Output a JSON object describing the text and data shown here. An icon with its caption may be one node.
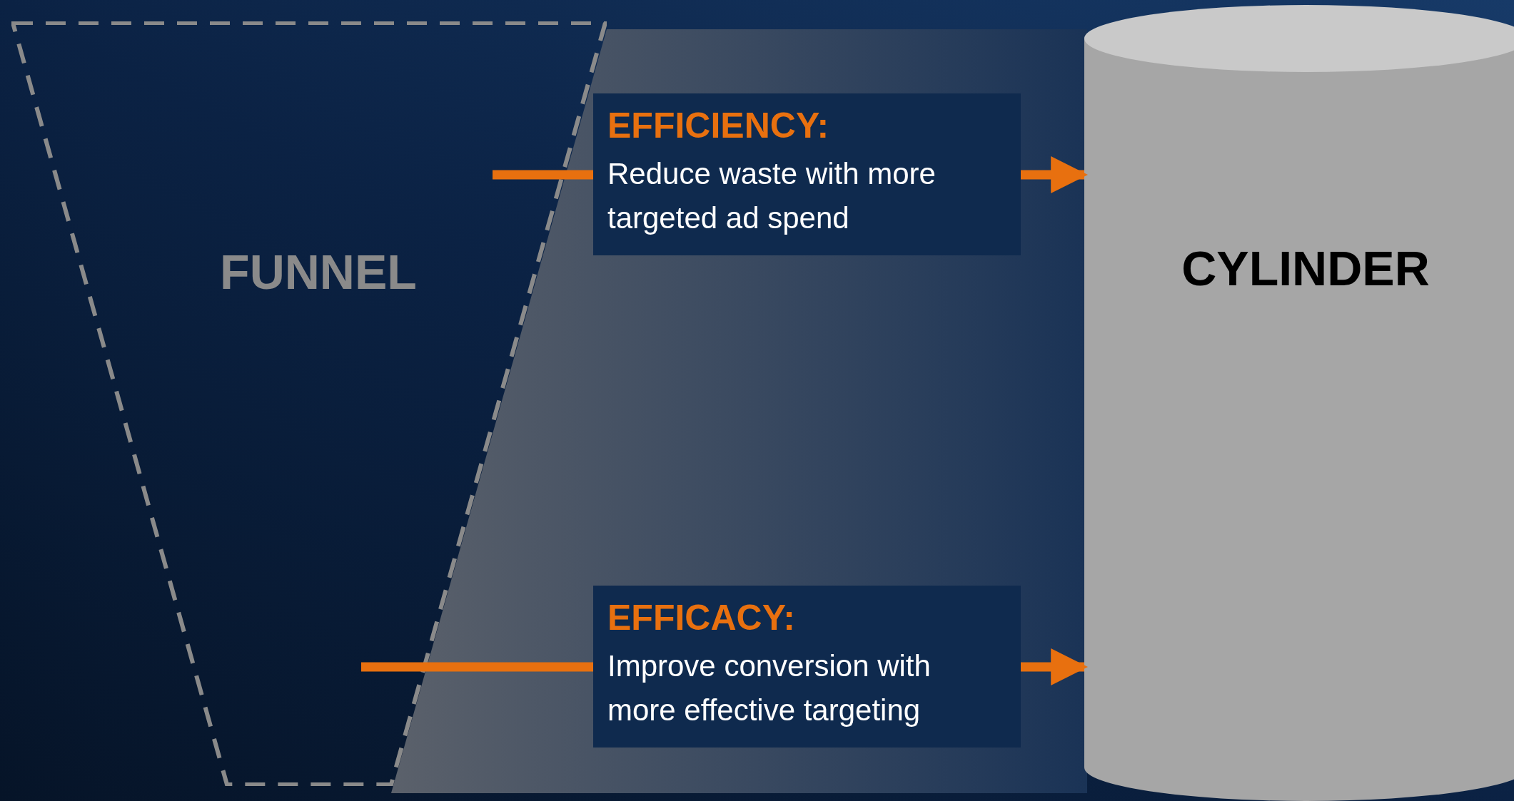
{
  "diagram": {
    "nodes": [
      {
        "text": [
          "FUNNEL"
        ]
      },
      {
        "text": [
          "EFFICIENCY:",
          "Reduce waste with more targeted ad spend"
        ]
      },
      {
        "text": [
          "EFFICACY:",
          "Improve conversion with more effective targeting"
        ]
      },
      {
        "text": [
          "CYLINDER"
        ]
      }
    ],
    "edges": [
      {
        "from": 0,
        "to": 1,
        "arrow": "none"
      },
      {
        "from": 1,
        "to": 3,
        "arrow": "to"
      },
      {
        "from": 0,
        "to": 2,
        "arrow": "none"
      },
      {
        "from": 2,
        "to": 3,
        "arrow": "to"
      }
    ]
  }
}
